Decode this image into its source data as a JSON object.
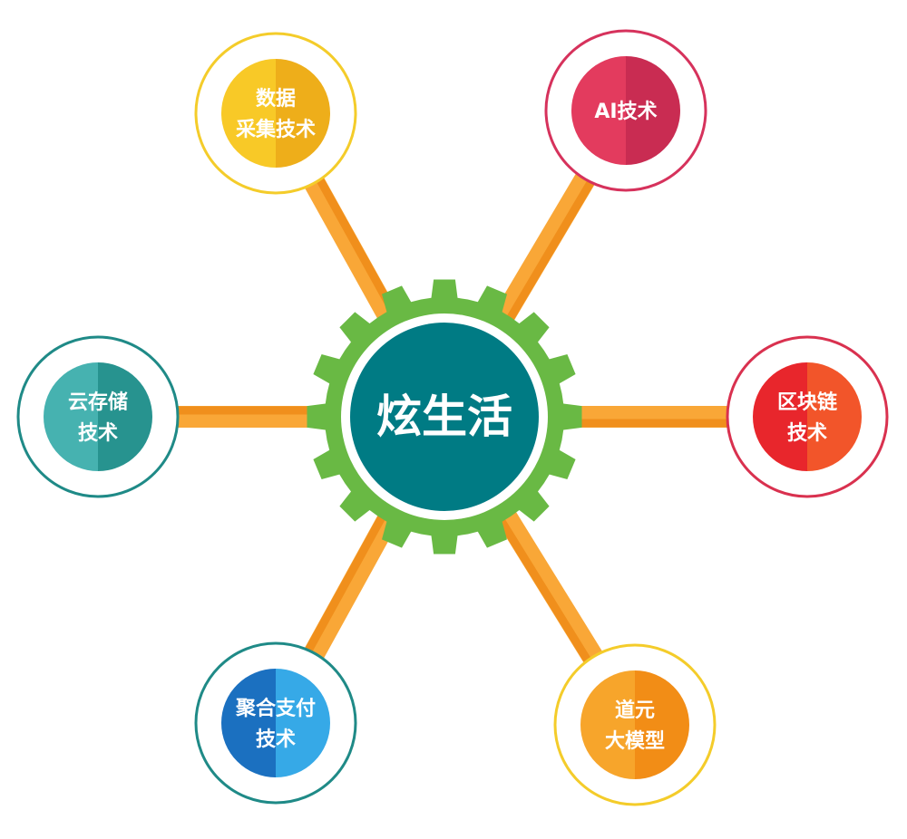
{
  "hub": {
    "label": "炫生活",
    "colors": {
      "gear": "#69b944",
      "ring": "#ffffff",
      "core": "#007b84"
    }
  },
  "spoke_colors": {
    "main": "#f9a737",
    "shade": "#f08f1c"
  },
  "nodes": [
    {
      "id": "data-collection",
      "lines": [
        "数据",
        "采集技术"
      ],
      "ring": "#f4cc2a",
      "fill_left": "#f8c927",
      "fill_right": "#eeae1a"
    },
    {
      "id": "ai",
      "lines": [
        "AI技术"
      ],
      "ring": "#d6325c",
      "fill_left": "#e33b5e",
      "fill_right": "#c92c52"
    },
    {
      "id": "cloud-storage",
      "lines": [
        "云存储",
        "技术"
      ],
      "ring": "#1f8a87",
      "fill_left": "#46b2b0",
      "fill_right": "#27938f"
    },
    {
      "id": "blockchain",
      "lines": [
        "区块链",
        "技术"
      ],
      "ring": "#d9314f",
      "fill_left": "#e8262c",
      "fill_right": "#f2552a"
    },
    {
      "id": "payment",
      "lines": [
        "聚合支付",
        "技术"
      ],
      "ring": "#1f8a87",
      "fill_left": "#1b70c0",
      "fill_right": "#36a9e7"
    },
    {
      "id": "daoyuan-model",
      "lines": [
        "道元",
        "大模型"
      ],
      "ring": "#f4cc2a",
      "fill_left": "#f7a52b",
      "fill_right": "#f28d16"
    }
  ]
}
